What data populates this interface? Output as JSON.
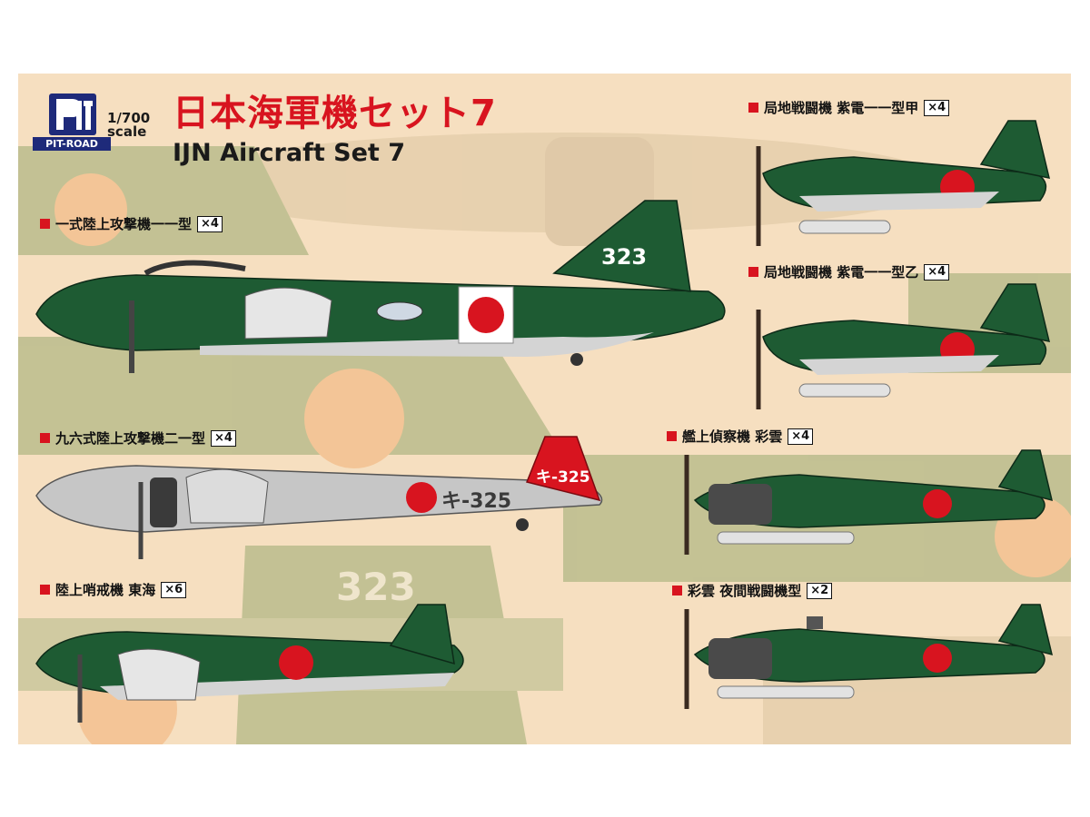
{
  "brand": {
    "logo_text": "PIT-ROAD",
    "logo_letters": "PIT"
  },
  "scale": {
    "ratio": "1/700",
    "word": "scale"
  },
  "title": {
    "japanese": "日本海軍機セット7",
    "english": "IJN Aircraft Set 7"
  },
  "aircraft": [
    {
      "name": "局地戦闘機 紫電一一型甲",
      "qty": "×4"
    },
    {
      "name": "一式陸上攻撃機一一型",
      "qty": "×4",
      "marking": "323"
    },
    {
      "name": "局地戦闘機 紫電一一型乙",
      "qty": "×4"
    },
    {
      "name": "九六式陸上攻撃機二一型",
      "qty": "×4",
      "marking": "キ-325"
    },
    {
      "name": "艦上偵察機 彩雲",
      "qty": "×4"
    },
    {
      "name": "陸上哨戒機 東海",
      "qty": "×6"
    },
    {
      "name": "彩雲 夜間戦闘機型",
      "qty": "×2"
    }
  ],
  "background_marking": "323",
  "colors": {
    "background": "#f6dfc0",
    "navy_green": "#1e5b33",
    "underside_grey": "#d4d4d4",
    "hinomaru_red": "#d8141f",
    "title_red": "#d8141f",
    "brand_blue": "#1e2a7a"
  }
}
